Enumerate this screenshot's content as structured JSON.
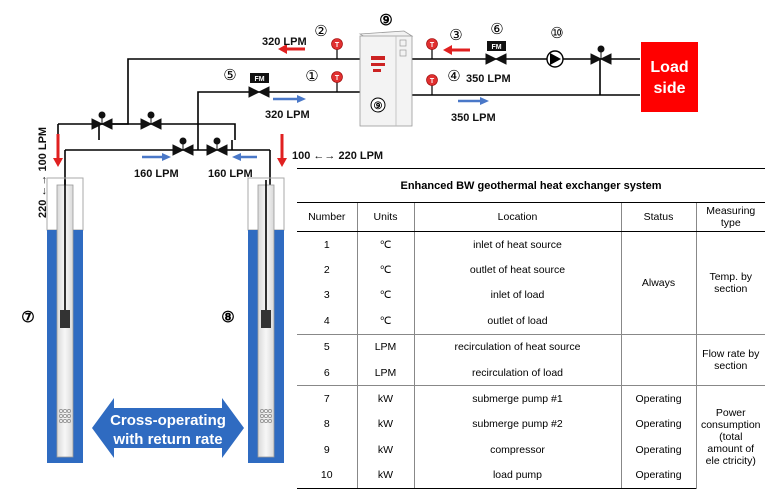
{
  "labels": {
    "n1": "①",
    "n2": "②",
    "n3": "③",
    "n4": "④",
    "n5": "⑤",
    "n6": "⑥",
    "n7": "⑦",
    "n8": "⑧",
    "n9a": "⑨",
    "n9b": "⑨",
    "n10": "⑩",
    "fm": "FM",
    "temp": "T",
    "load_line1": "Load",
    "load_line2": "side",
    "flow_320_top": "320 LPM",
    "flow_320_mid": "320 LPM",
    "flow_350_top": "350 LPM",
    "flow_350_bottom": "350 LPM",
    "flow_160_left": "160 LPM",
    "flow_160_right": "160 LPM",
    "flow_left_vertical": "220 ←→ 100 LPM",
    "flow_right": "100 ←→ 220 LPM",
    "cross_line1": "Cross-operating",
    "cross_line2": "with return rate"
  },
  "table": {
    "title": "Enhanced BW geothermal heat exchanger system",
    "headers": [
      "Number",
      "Units",
      "Location",
      "Status",
      "Measuring type"
    ],
    "rows": [
      {
        "number": "1",
        "units": "℃",
        "location": "inlet of heat source"
      },
      {
        "number": "2",
        "units": "℃",
        "location": "outlet of heat source"
      },
      {
        "number": "3",
        "units": "℃",
        "location": "inlet of load"
      },
      {
        "number": "4",
        "units": "℃",
        "location": "outlet of load"
      },
      {
        "number": "5",
        "units": "LPM",
        "location": "recirculation of heat source"
      },
      {
        "number": "6",
        "units": "LPM",
        "location": "recirculation of load"
      },
      {
        "number": "7",
        "units": "kW",
        "location": "submerge pump #1",
        "status": "Operating"
      },
      {
        "number": "8",
        "units": "kW",
        "location": "submerge pump #2",
        "status": "Operating"
      },
      {
        "number": "9",
        "units": "kW",
        "location": "compressor",
        "status": "Operating"
      },
      {
        "number": "10",
        "units": "kW",
        "location": "load pump",
        "status": "Operating"
      }
    ],
    "status_always": "Always",
    "type_temp": "Temp. by section",
    "type_flow": "Flow rate by section",
    "type_power": "Power consumption (total amount of ele ctricity)"
  },
  "colors": {
    "pipe": "#000000",
    "hot_arrow": "#e02020",
    "cool_arrow": "#4a78c8",
    "well": "#2f6bc1",
    "load_box": "#ff0000",
    "sensor": "#e03030"
  }
}
